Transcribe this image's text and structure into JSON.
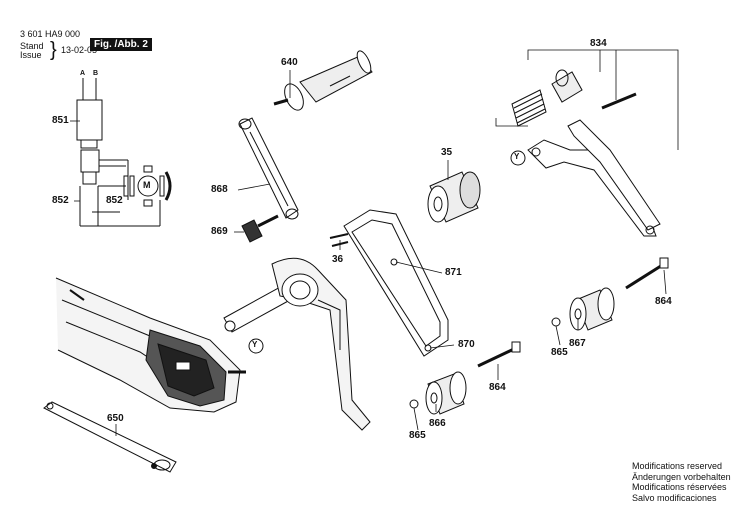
{
  "header": {
    "code": "3 601 HA9 000",
    "stand_label": "Stand",
    "issue_label": "Issue",
    "date": "13-02-05",
    "fig_label": "Fig. /Abb. 2"
  },
  "wiring": {
    "a": "A",
    "b": "B",
    "motor": "M"
  },
  "parts": {
    "p851": "851",
    "p852a": "852",
    "p852b": "852",
    "p640": "640",
    "p868": "868",
    "p869": "869",
    "p650": "650",
    "p834": "834",
    "p35": "35",
    "p36": "36",
    "p871": "871",
    "p870": "870",
    "p864a": "864",
    "p864b": "864",
    "p865a": "865",
    "p865b": "865",
    "p866": "866",
    "p867": "867"
  },
  "view_markers": {
    "y1": "Y",
    "y2": "Y"
  },
  "notes": [
    "Modifications reserved",
    "Änderungen vorbehalten",
    "Modifications réservées",
    "Salvo modificaciones"
  ]
}
